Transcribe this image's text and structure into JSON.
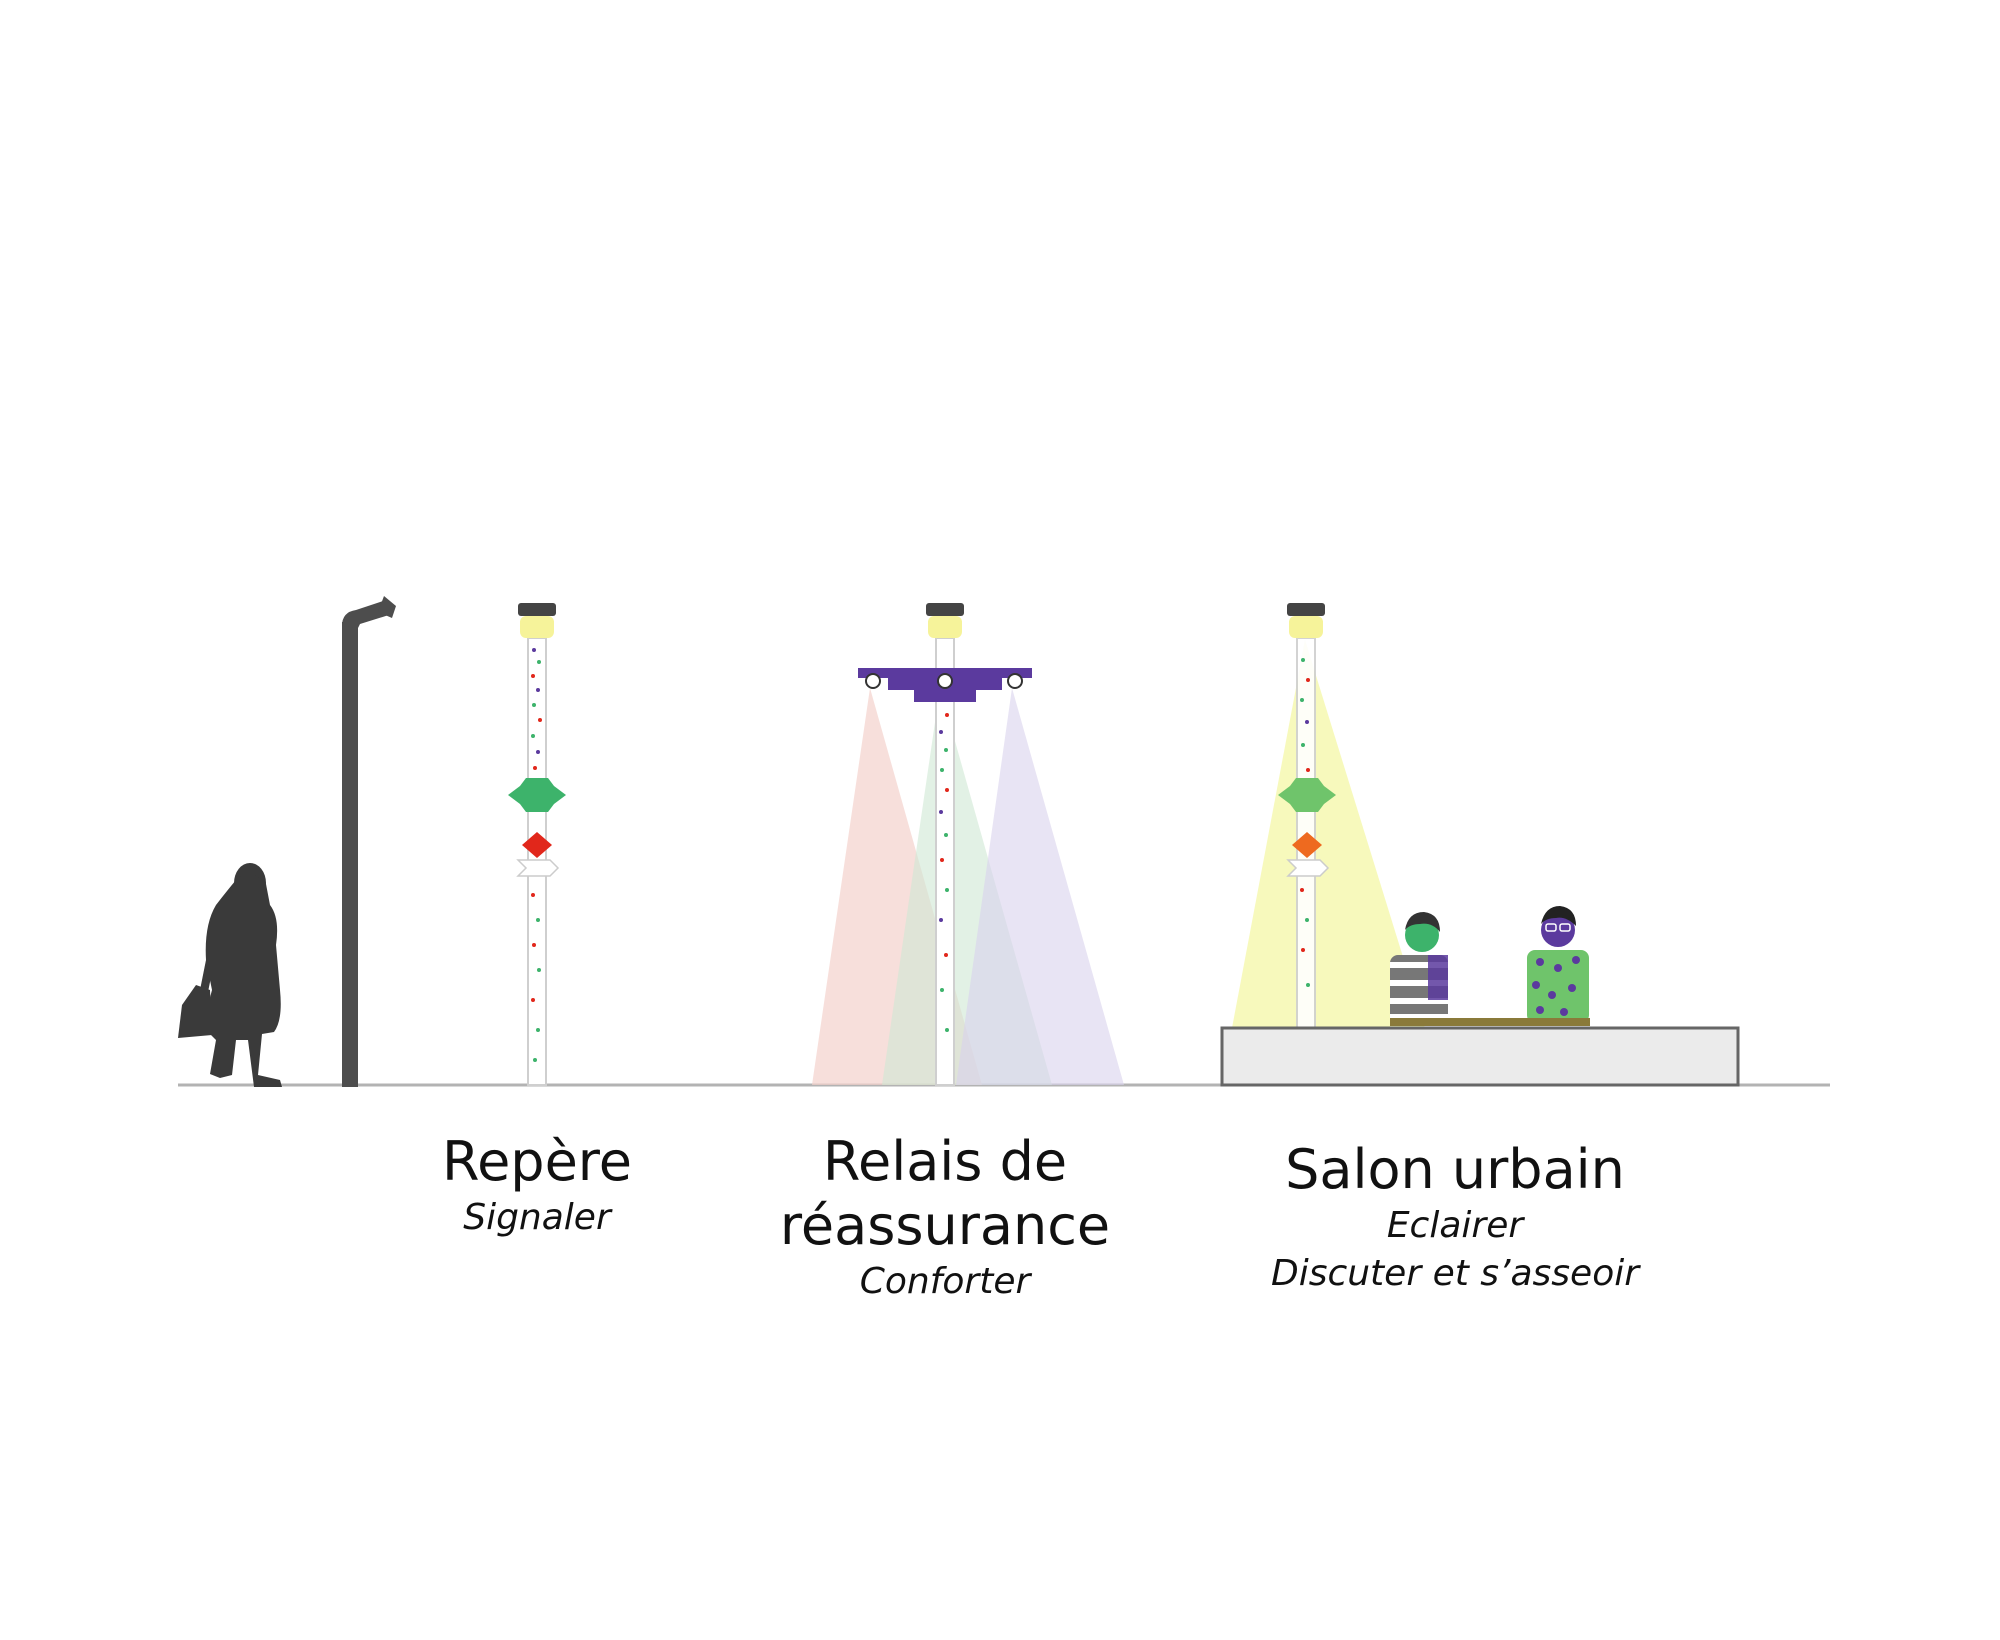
{
  "sections": [
    {
      "id": "repere",
      "title": "Repère",
      "subtitles": [
        "Signaler"
      ]
    },
    {
      "id": "relais",
      "title_lines": [
        "Relais de",
        "réassurance"
      ],
      "subtitles": [
        "Conforter"
      ]
    },
    {
      "id": "salon",
      "title": "Salon urbain",
      "subtitles": [
        "Eclairer",
        "Discuter et s’asseoir"
      ]
    }
  ],
  "colors": {
    "ground": "#b3b3b3",
    "silhouette": "#3a3a3a",
    "street_lamp": "#4d4d4d",
    "lamp_cap": "#444444",
    "lamp_glow": "#f6f39a",
    "purple": "#5b3a9e",
    "green": "#3db36b",
    "red": "#e1271b",
    "orange": "#ee6a1f",
    "light_beam": "#f6f8b0",
    "beam_red": "#f4d2cc",
    "beam_green": "#cfe8d3",
    "beam_purple": "#d9d2ec",
    "bench": "#ebebeb"
  }
}
